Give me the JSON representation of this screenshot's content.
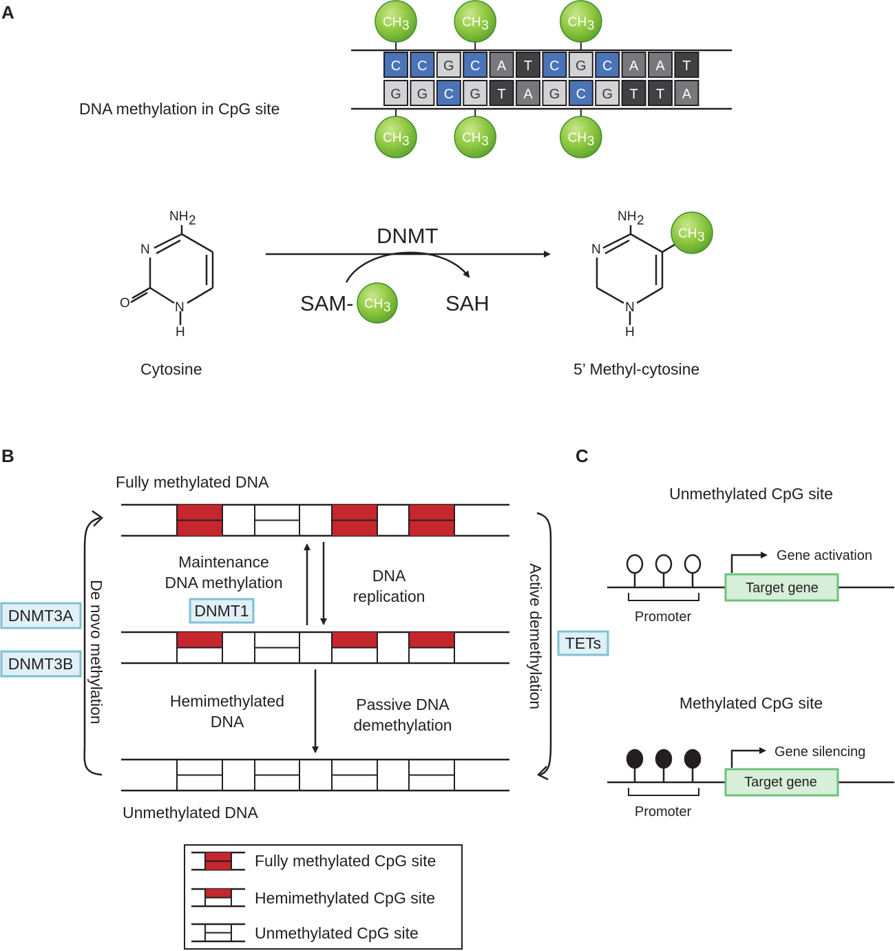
{
  "panels": {
    "a": "A",
    "b": "B",
    "c": "C"
  },
  "panel_a": {
    "cpg_title": "DNA methylation in CpG site",
    "methyl_group": {
      "ch": "CH",
      "sub": "3"
    },
    "top_strand": [
      "C",
      "C",
      "G",
      "C",
      "A",
      "T",
      "C",
      "G",
      "C",
      "A",
      "A",
      "T"
    ],
    "bottom_strand": [
      "G",
      "G",
      "C",
      "G",
      "T",
      "A",
      "G",
      "C",
      "G",
      "T",
      "T",
      "A"
    ],
    "methylated_top": [
      0,
      3,
      7
    ],
    "methylated_bottom": [
      0,
      3,
      7
    ],
    "colors": {
      "C": "#4a73b8",
      "G": "#d2d3d5",
      "A": "#77787b",
      "T": "#414042",
      "methyl_fill": "#8dc63f",
      "methyl_stroke": "#3e8c2b"
    },
    "reaction": {
      "enzyme": "DNMT",
      "donor": "SAM-",
      "product_byproduct": "SAH",
      "substrate_name": "Cytosine",
      "product_name": "5’ Methyl-cytosine",
      "atoms": {
        "nh2": "NH",
        "nh2_sub": "2",
        "n": "N",
        "o": "O",
        "h": "H"
      }
    }
  },
  "panel_b": {
    "fully": "Fully methylated DNA",
    "unmethylated": "Unmethylated DNA",
    "hemi_line1": "Hemimethylated",
    "hemi_line2": "DNA",
    "maint_line1": "Maintenance",
    "maint_line2": "DNA methylation",
    "repl_line1": "DNA",
    "repl_line2": "replication",
    "passive_line1": "Passive DNA",
    "passive_line2": "demethylation",
    "de_novo": "De novo methylation",
    "active": "Active demethylation",
    "enzymes": {
      "dnmt1": "DNMT1",
      "dnmt3a": "DNMT3A",
      "dnmt3b": "DNMT3B",
      "tets": "TETs"
    },
    "enzyme_box_fill": "#dff0f7",
    "enzyme_box_stroke": "#7fc0d5",
    "methyl_red": "#c6262d",
    "legend": {
      "fully": "Fully methylated CpG site",
      "hemi": "Hemimethylated CpG site",
      "un": "Unmethylated CpG site"
    }
  },
  "panel_c": {
    "un_title": "Unmethylated CpG site",
    "me_title": "Methylated CpG site",
    "activation": "Gene activation",
    "silencing": "Gene silencing",
    "promoter": "Promoter",
    "target": "Target gene",
    "gene_fill": "#d7efd8",
    "gene_stroke": "#6cc27a"
  }
}
